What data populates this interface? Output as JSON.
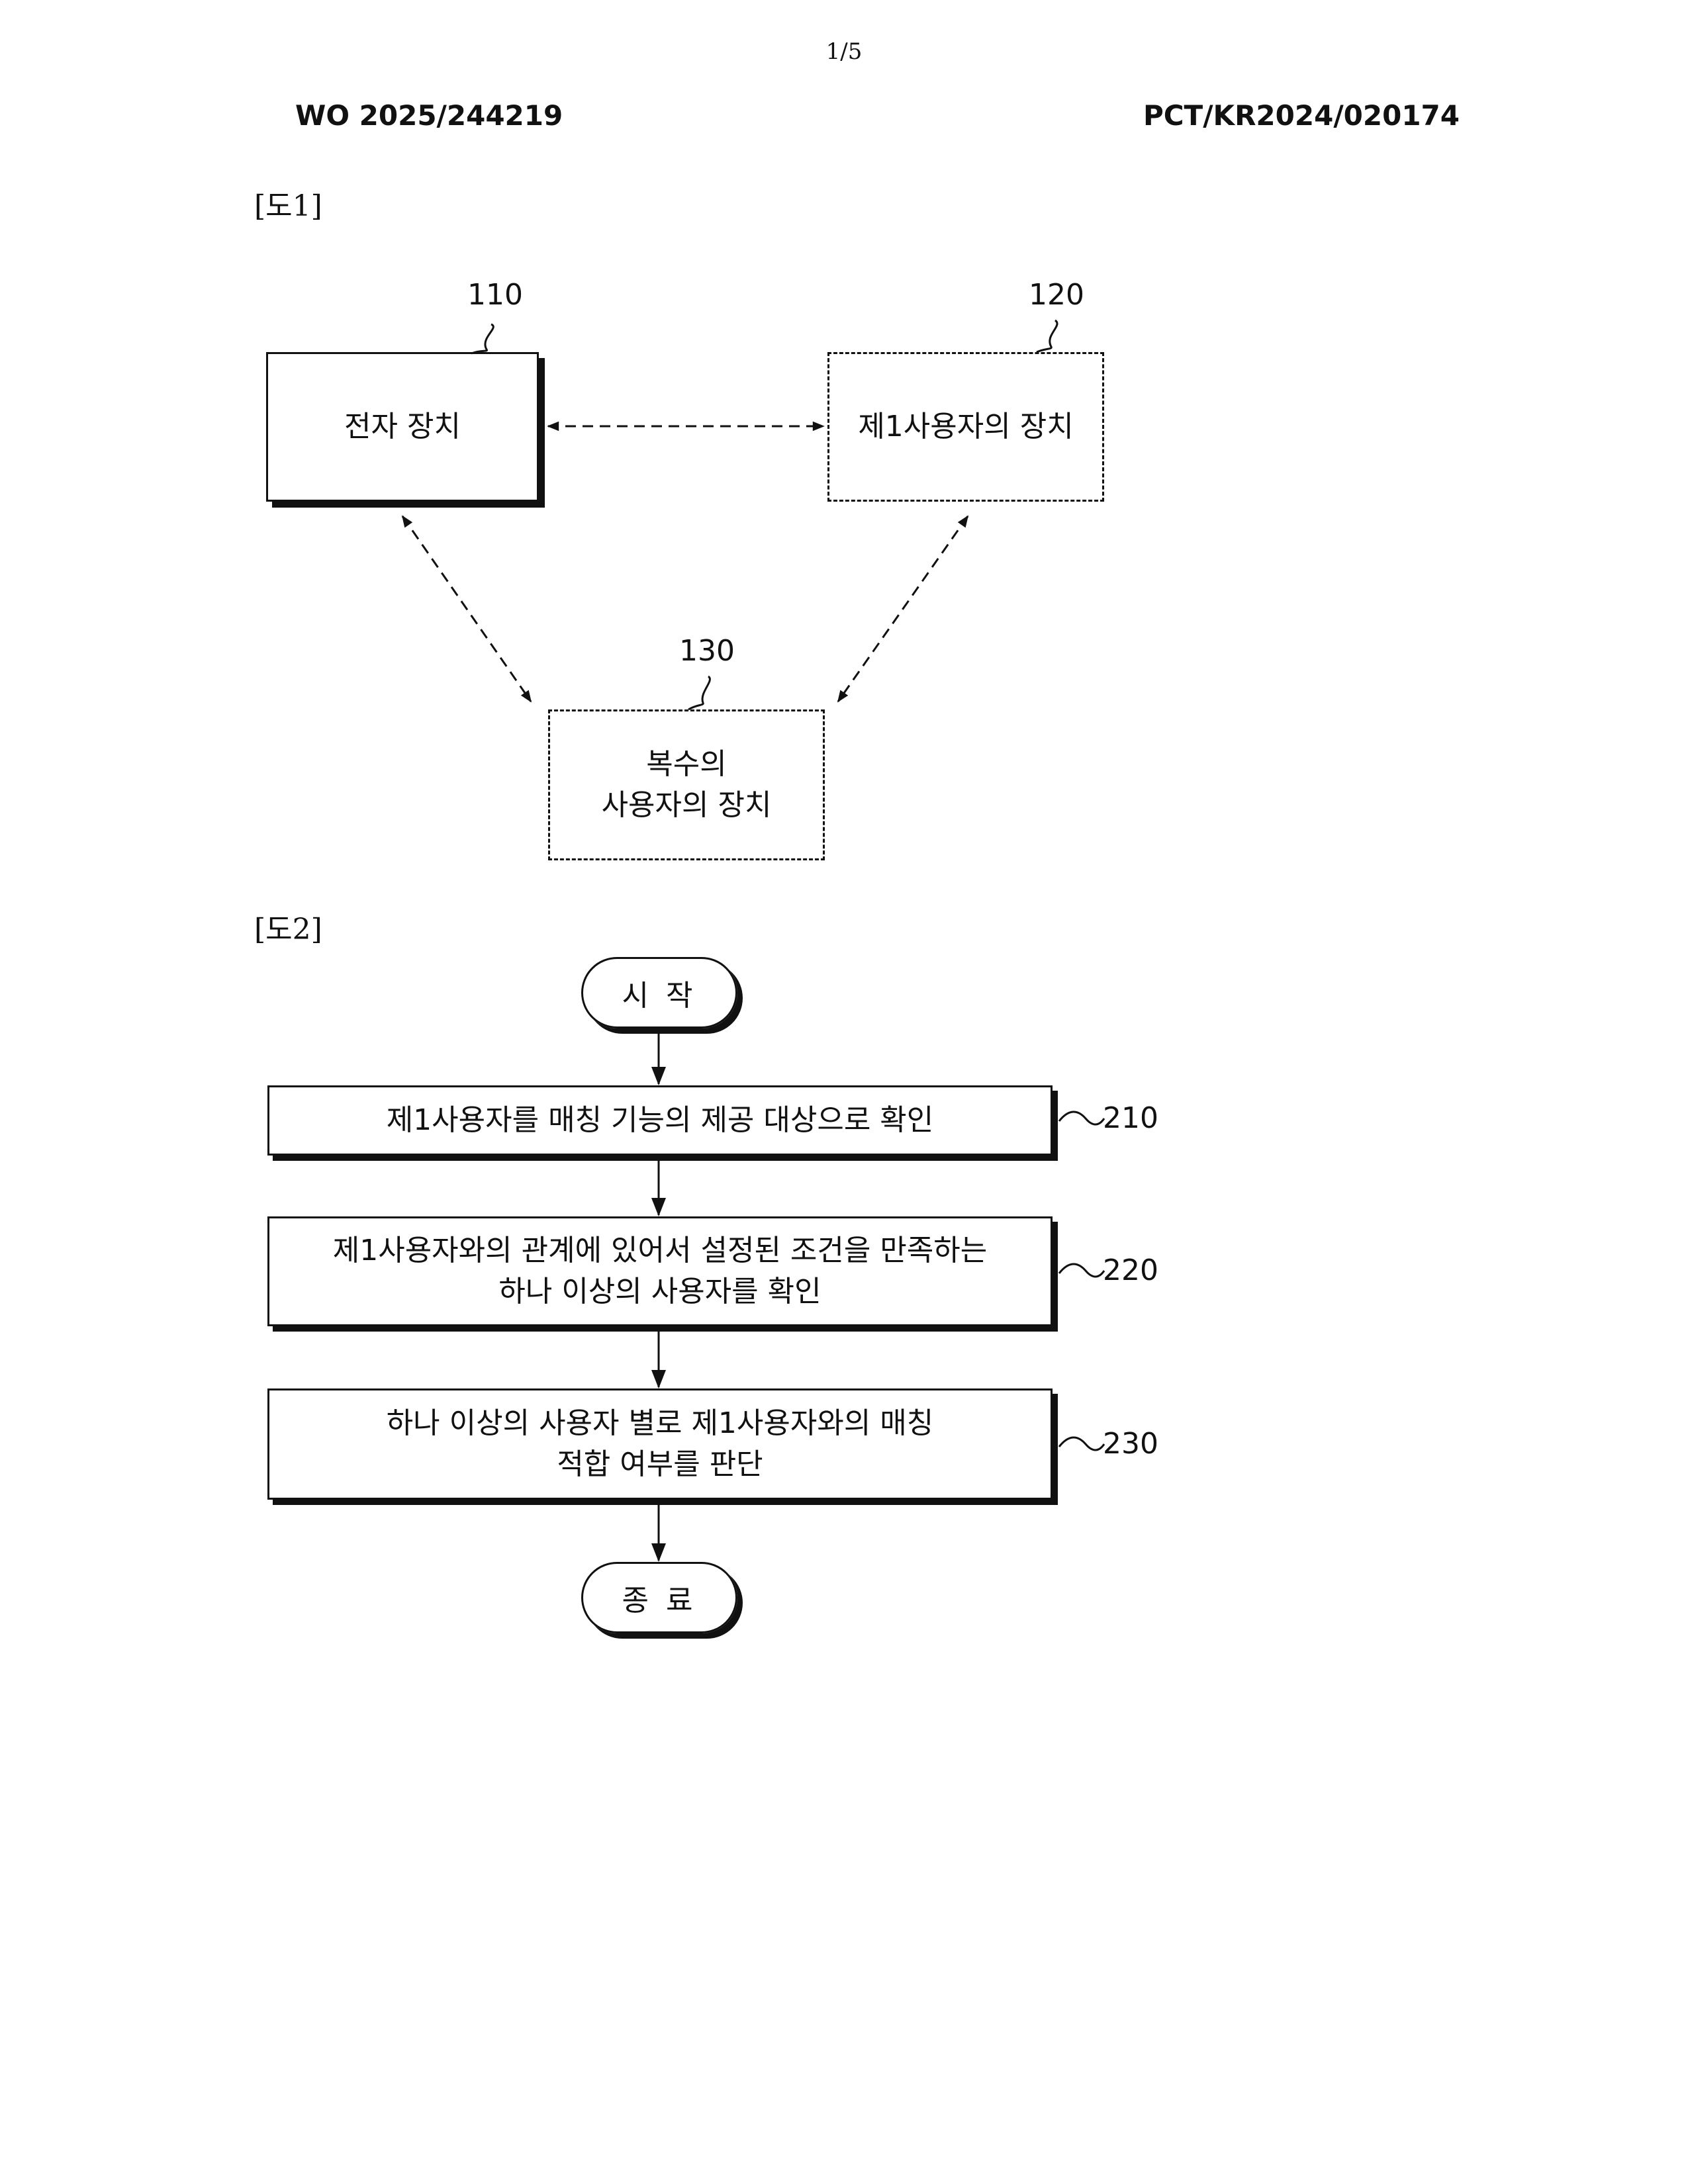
{
  "page": {
    "number": "1/5",
    "pub_number": "WO 2025/244219",
    "app_number": "PCT/KR2024/020174"
  },
  "fig1": {
    "label": "[도1]",
    "nodes": [
      {
        "ref": "110",
        "lines": [
          "전자 장치"
        ]
      },
      {
        "ref": "120",
        "lines": [
          "제1사용자의 장치"
        ]
      },
      {
        "ref": "130",
        "lines": [
          "복수의",
          "사용자의 장치"
        ]
      }
    ]
  },
  "fig2": {
    "label": "[도2]",
    "start": "시 작",
    "end": "종 료",
    "steps": [
      {
        "ref": "210",
        "lines": [
          "제1사용자를 매칭 기능의 제공 대상으로 확인"
        ]
      },
      {
        "ref": "220",
        "lines": [
          "제1사용자와의 관계에 있어서 설정된 조건을 만족하는",
          "하나 이상의 사용자를 확인"
        ]
      },
      {
        "ref": "230",
        "lines": [
          "하나 이상의 사용자 별로 제1사용자와의 매칭",
          "적합 여부를 판단"
        ]
      }
    ]
  }
}
